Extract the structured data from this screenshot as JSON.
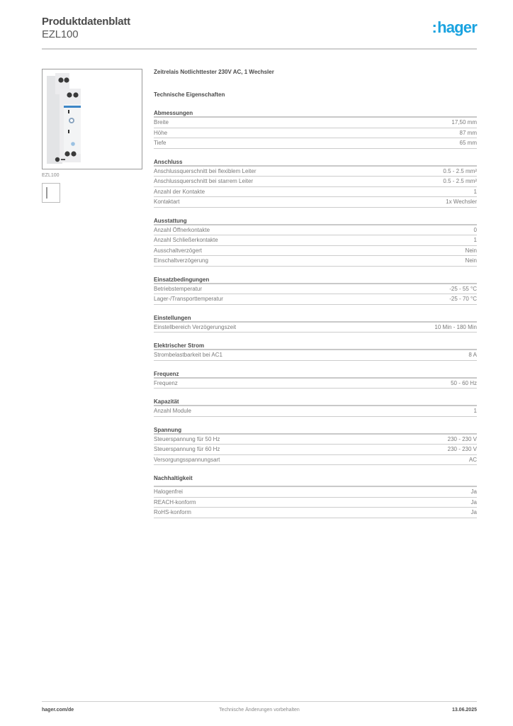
{
  "header": {
    "title": "Produktdatenblatt",
    "product_code": "EZL100",
    "logo_colon": ":",
    "logo_text": "hager",
    "brand_color": "#1aa3e0"
  },
  "left_panel": {
    "image_caption": "EZL100"
  },
  "main": {
    "product_description": "Zeitrelais Notlichttester 230V AC, 1 Wechsler",
    "section_title": "Technische Eigenschaften",
    "groups": [
      {
        "title": "Abmessungen",
        "rows": [
          {
            "label": "Breite",
            "value": "17,50 mm"
          },
          {
            "label": "Höhe",
            "value": "87 mm"
          },
          {
            "label": "Tiefe",
            "value": "65 mm"
          }
        ]
      },
      {
        "title": "Anschluss",
        "rows": [
          {
            "label": "Anschlussquerschnitt bei flexiblem Leiter",
            "value": "0.5 - 2.5 mm²"
          },
          {
            "label": "Anschlussquerschnitt bei starrem Leiter",
            "value": "0.5 - 2.5 mm²"
          },
          {
            "label": "Anzahl der Kontakte",
            "value": "1"
          },
          {
            "label": "Kontaktart",
            "value": "1x Wechsler"
          }
        ]
      },
      {
        "title": "Ausstattung",
        "rows": [
          {
            "label": "Anzahl Öffnerkontakte",
            "value": "0"
          },
          {
            "label": "Anzahl Schließerkontakte",
            "value": "1"
          },
          {
            "label": "Ausschaltverzögert",
            "value": "Nein"
          },
          {
            "label": "Einschaltverzögerung",
            "value": "Nein"
          }
        ]
      },
      {
        "title": "Einsatzbedingungen",
        "rows": [
          {
            "label": "Betriebstemperatur",
            "value": "-25 - 55 °C"
          },
          {
            "label": "Lager-/Transporttemperatur",
            "value": "-25 - 70 °C"
          }
        ]
      },
      {
        "title": "Einstellungen",
        "rows": [
          {
            "label": "Einstellbereich Verzögerungszeit",
            "value": "10 Min - 180 Min"
          }
        ]
      },
      {
        "title": "Elektrischer Strom",
        "rows": [
          {
            "label": "Strombelastbarkeit bei AC1",
            "value": "8 A"
          }
        ]
      },
      {
        "title": "Frequenz",
        "rows": [
          {
            "label": "Frequenz",
            "value": "50 - 60 Hz"
          }
        ]
      },
      {
        "title": "Kapazität",
        "rows": [
          {
            "label": "Anzahl Module",
            "value": "1"
          }
        ]
      },
      {
        "title": "Spannung",
        "rows": [
          {
            "label": "Steuerspannung für 50 Hz",
            "value": "230 - 230 V"
          },
          {
            "label": "Steuerspannung für 60 Hz",
            "value": "230 - 230 V"
          },
          {
            "label": "Versorgungsspannungsart",
            "value": "AC"
          }
        ]
      },
      {
        "title": "Nachhaltigkeit",
        "rows": [
          {
            "label": "Halogenfrei",
            "value": "Ja"
          },
          {
            "label": "REACH-konform",
            "value": "Ja"
          },
          {
            "label": "RoHS-konform",
            "value": "Ja"
          }
        ]
      }
    ]
  },
  "footer": {
    "website": "hager.com/de",
    "notice": "Technische Änderungen vorbehalten",
    "date": "13.06.2025"
  }
}
